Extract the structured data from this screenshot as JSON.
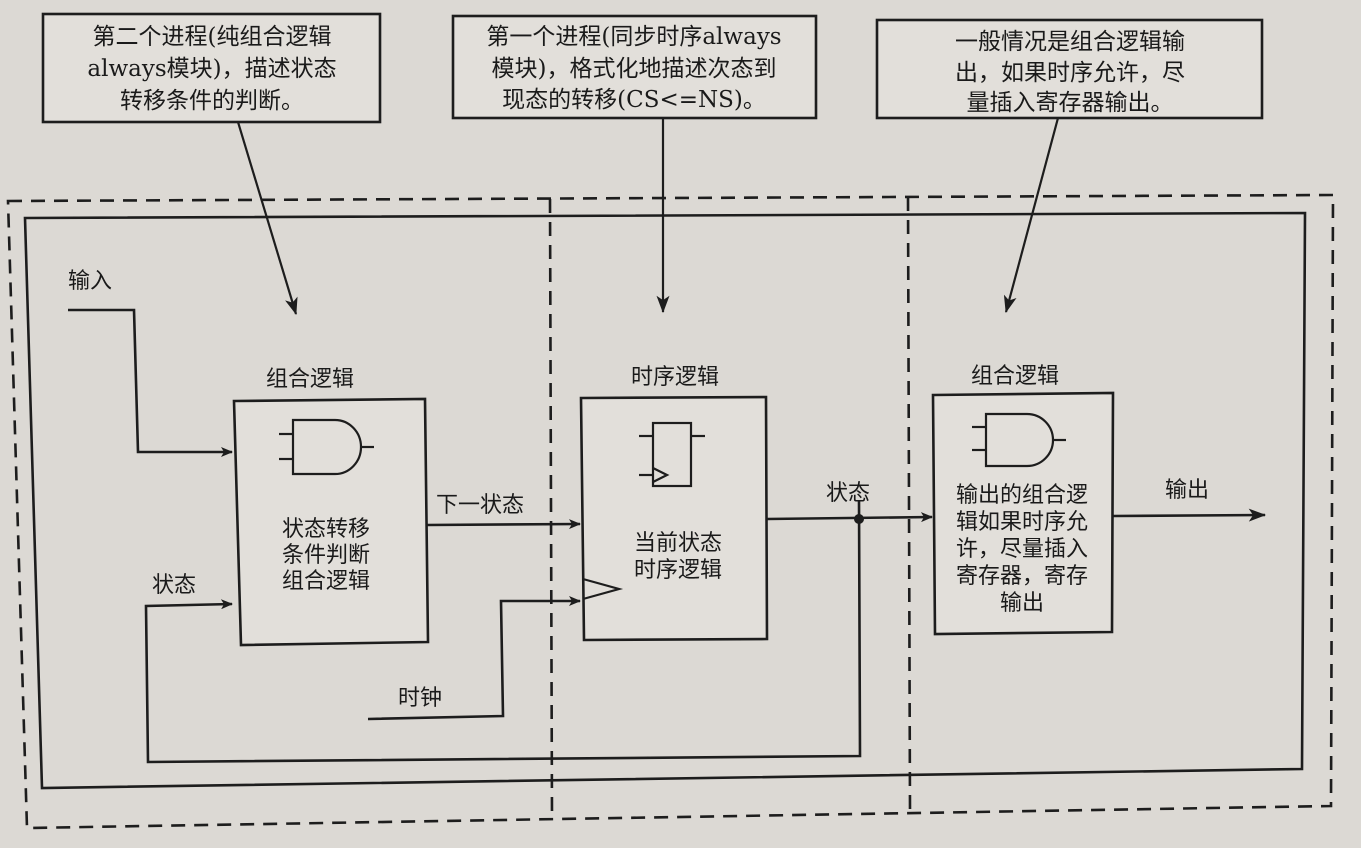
{
  "callouts": {
    "left": [
      "第二个进程(纯组合逻辑",
      "always模块)，描述状态",
      "转移条件的判断。"
    ],
    "middle": [
      "第一个进程(同步时序always",
      "模块)，格式化地描述次态到",
      "现态的转移(CS<=NS)。"
    ],
    "right": [
      "一般情况是组合逻辑输",
      "出，如果时序允许，尽",
      "量插入寄存器输出。"
    ]
  },
  "blocks": {
    "comb_next": {
      "title": "组合逻辑",
      "body": [
        "状态转移",
        "条件判断",
        "组合逻辑"
      ],
      "icon": "and-gate-icon"
    },
    "seq_state": {
      "title": "时序逻辑",
      "body": [
        "当前状态",
        "时序逻辑"
      ],
      "icon": "flip-flop-icon"
    },
    "comb_out": {
      "title": "组合逻辑",
      "body": [
        "输出的组合逻",
        "辑如果时序允",
        "许，尽量插入",
        "寄存器，寄存",
        "输出"
      ],
      "icon": "and-gate-icon"
    }
  },
  "signals": {
    "input": "输入",
    "state_feedback": "状态",
    "next_state": "下一状态",
    "clock": "时钟",
    "state_out": "状态",
    "output": "输出"
  }
}
